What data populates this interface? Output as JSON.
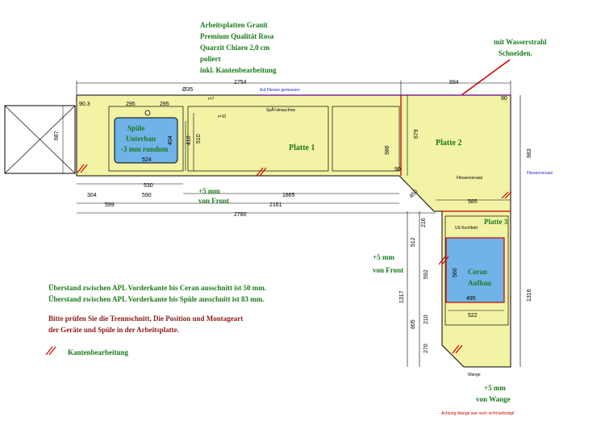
{
  "header": {
    "line1": "Arbeitsplatten Granit",
    "line2": "Premium Qualität Rosa",
    "line3": "Quarzit Chiaro 2,0 cm",
    "line4": "poliert",
    "line5": "inkl. Kantenbearbeitung"
  },
  "wasserstrahl": {
    "line1": "mit Wasserstrahl",
    "line2": "Schneiden."
  },
  "labels": {
    "auf_fliesen": "Auf Fliesen gemessen",
    "spulmaschine": "SpÃ¼lmaschine",
    "platte1": "Platte 1",
    "platte2": "Platte 2",
    "platte3": "Platte 3",
    "fliesenversatz": "Fliesenversatz",
    "fliesenversatz_right": "Fliesenversatz",
    "us_kochfeld": "US Kochfeld",
    "spule_line1": "Spüle",
    "spule_line2": "Unterbau",
    "spule_line3": "-3 mm rundum",
    "ceran_line1": "Ceran",
    "ceran_line2": "Aufbau",
    "wange": "Wange",
    "plus5_front1_a": "+5 mm",
    "plus5_front1_b": "von Front",
    "plus5_front2_a": "+5 mm",
    "plus5_front2_b": "von Front",
    "plus5_wange_a": "+5 mm",
    "plus5_wange_b": "von Wange",
    "achtung": "Achtung Wange war noch nicht befestigt!",
    "r7": "r=7",
    "r10": "r=10",
    "d35": "Ø35"
  },
  "notes": {
    "ueberstand_ceran": "Überstand zwischen APL Vorderkante bis Ceran ausschnitt ist 50 mm.",
    "ueberstand_spule": "Überstand zwischen APL Vorderkante bis Spüle ausschnitt ist 83 mm.",
    "bitte1": "Bitte prüfen Sie die Trennschnitt, Die Position und Montageart",
    "bitte2": "der Geräte und Spüle in der Arbeitsplatte.",
    "kanten": "Kantenbearbeitung"
  },
  "dims": {
    "d2754": "2754",
    "d894": "894",
    "d90_3": "90.3",
    "d295a": "295",
    "d295b": "295",
    "d687": "687",
    "d410": "410",
    "d510": "510",
    "d404": "404",
    "d524": "524",
    "d530": "530",
    "d590": "590",
    "d304": "304",
    "d599": "599",
    "d1865": "1865",
    "d2161": "2161",
    "d2780": "2780",
    "d986": "986",
    "d679": "679",
    "d983": "983",
    "d90a": "90",
    "d90b": "90",
    "d450": "450",
    "d585": "585",
    "d216": "216",
    "d512": "512",
    "d592": "592",
    "d1317": "1317",
    "d210": "210",
    "d805": "805",
    "d270": "270",
    "d560": "560",
    "d495": "495",
    "d522": "522",
    "d1316": "1316"
  },
  "colors": {
    "worktop": "#f3f3a6",
    "cutout": "#6fb3e8",
    "red": "#cc0000",
    "green": "#1a7a1a",
    "darkred": "#8b1a1a",
    "purple": "#7a2a9a"
  }
}
